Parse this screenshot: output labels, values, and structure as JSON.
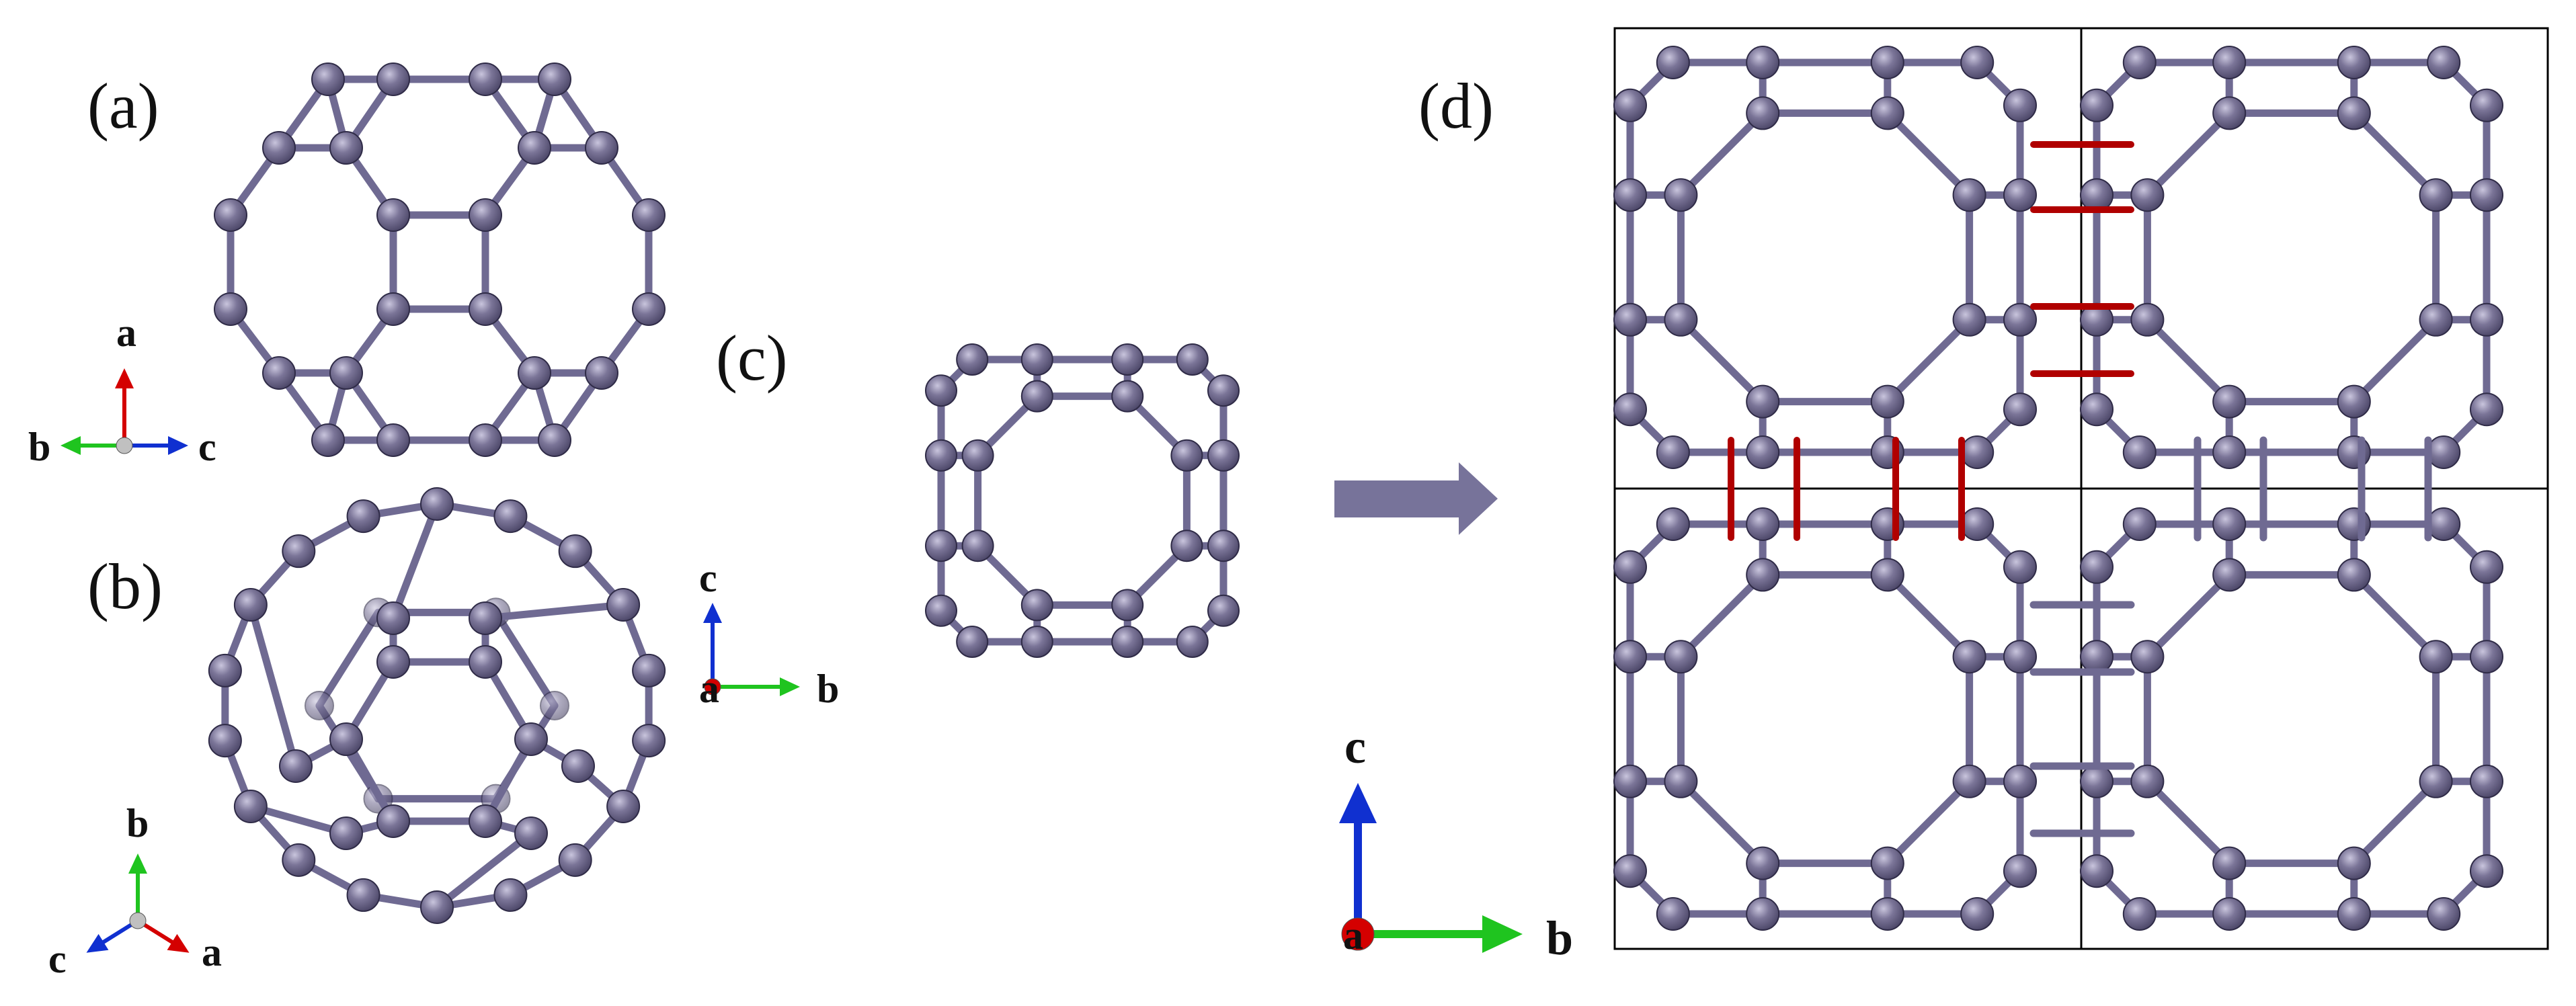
{
  "panels": {
    "a": {
      "label": "(a)",
      "axes": {
        "up": "a",
        "left": "b",
        "right": "c"
      }
    },
    "b": {
      "label": "(b)",
      "axes": {
        "up": "b",
        "left": "c",
        "right": "a"
      }
    },
    "c": {
      "label": "(c)",
      "axes": {
        "up": "c",
        "right": "b",
        "origin": "a"
      }
    },
    "d": {
      "label": "(d)",
      "axes": {
        "up": "c",
        "right": "b",
        "origin": "a"
      }
    }
  },
  "colors": {
    "atom": "#7b7598",
    "atom_highlight": "#c9c5dd",
    "atom_shadow": "#4a4566",
    "bond": "#6f6a92",
    "bond_new": "#b00000",
    "arrow": "#77739a",
    "axis_a": "#d40000",
    "axis_b": "#1fc41f",
    "axis_c": "#1030d0",
    "axis_origin": "#c0c0c0"
  },
  "icons": {
    "transition": "right-arrow-icon"
  }
}
